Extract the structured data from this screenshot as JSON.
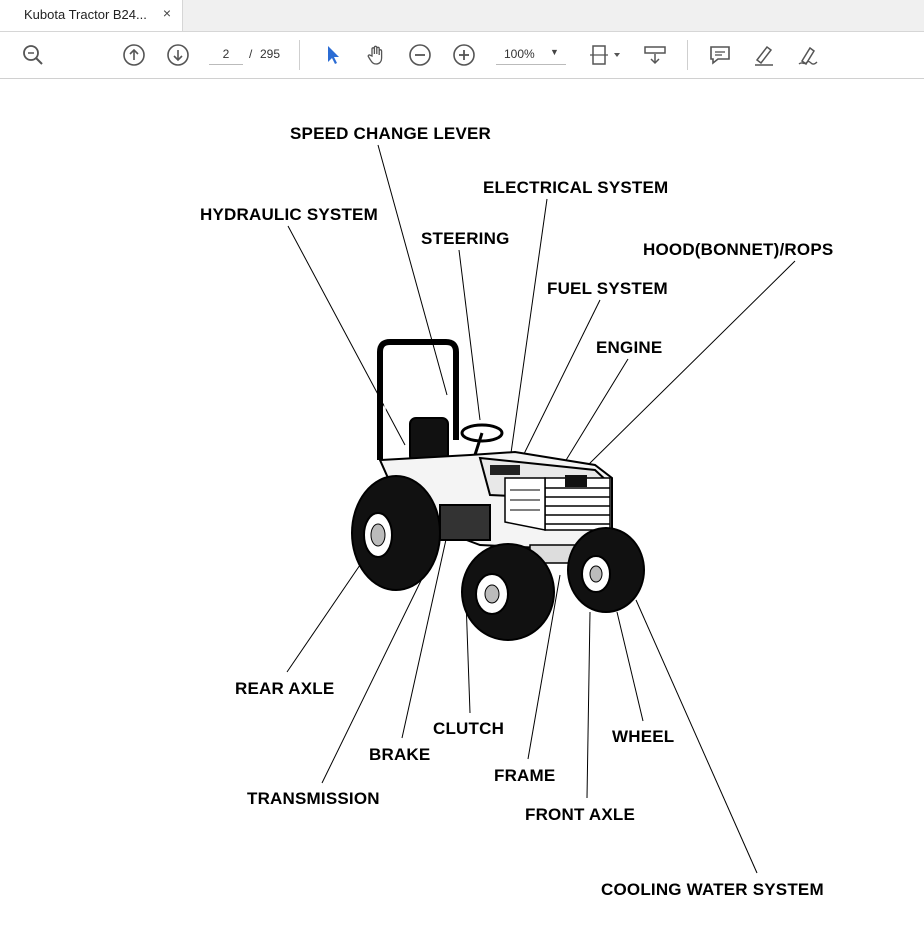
{
  "tab": {
    "title": "Kubota Tractor B24...",
    "close": "×"
  },
  "toolbar": {
    "page_current": "2",
    "page_separator": "/",
    "page_total": "295",
    "zoom": "100%",
    "icons": [
      "search-icon",
      "page-up-icon",
      "page-down-icon",
      "select-cursor-icon",
      "hand-icon",
      "zoom-out-icon",
      "zoom-in-icon",
      "fit-page-icon",
      "scroll-mode-icon",
      "comment-icon",
      "highlight-icon",
      "sign-icon"
    ]
  },
  "labels": {
    "speed_change_lever": "SPEED CHANGE LEVER",
    "electrical_system": "ELECTRICAL SYSTEM",
    "hydraulic_system": "HYDRAULIC SYSTEM",
    "steering": "STEERING",
    "hood_rops": "HOOD(BONNET)/ROPS",
    "fuel_system": "FUEL SYSTEM",
    "engine": "ENGINE",
    "rear_axle": "REAR AXLE",
    "clutch": "CLUTCH",
    "wheel": "WHEEL",
    "brake": "BRAKE",
    "frame": "FRAME",
    "transmission": "TRANSMISSION",
    "front_axle": "FRONT AXLE",
    "cooling_water_system": "COOLING WATER SYSTEM"
  }
}
